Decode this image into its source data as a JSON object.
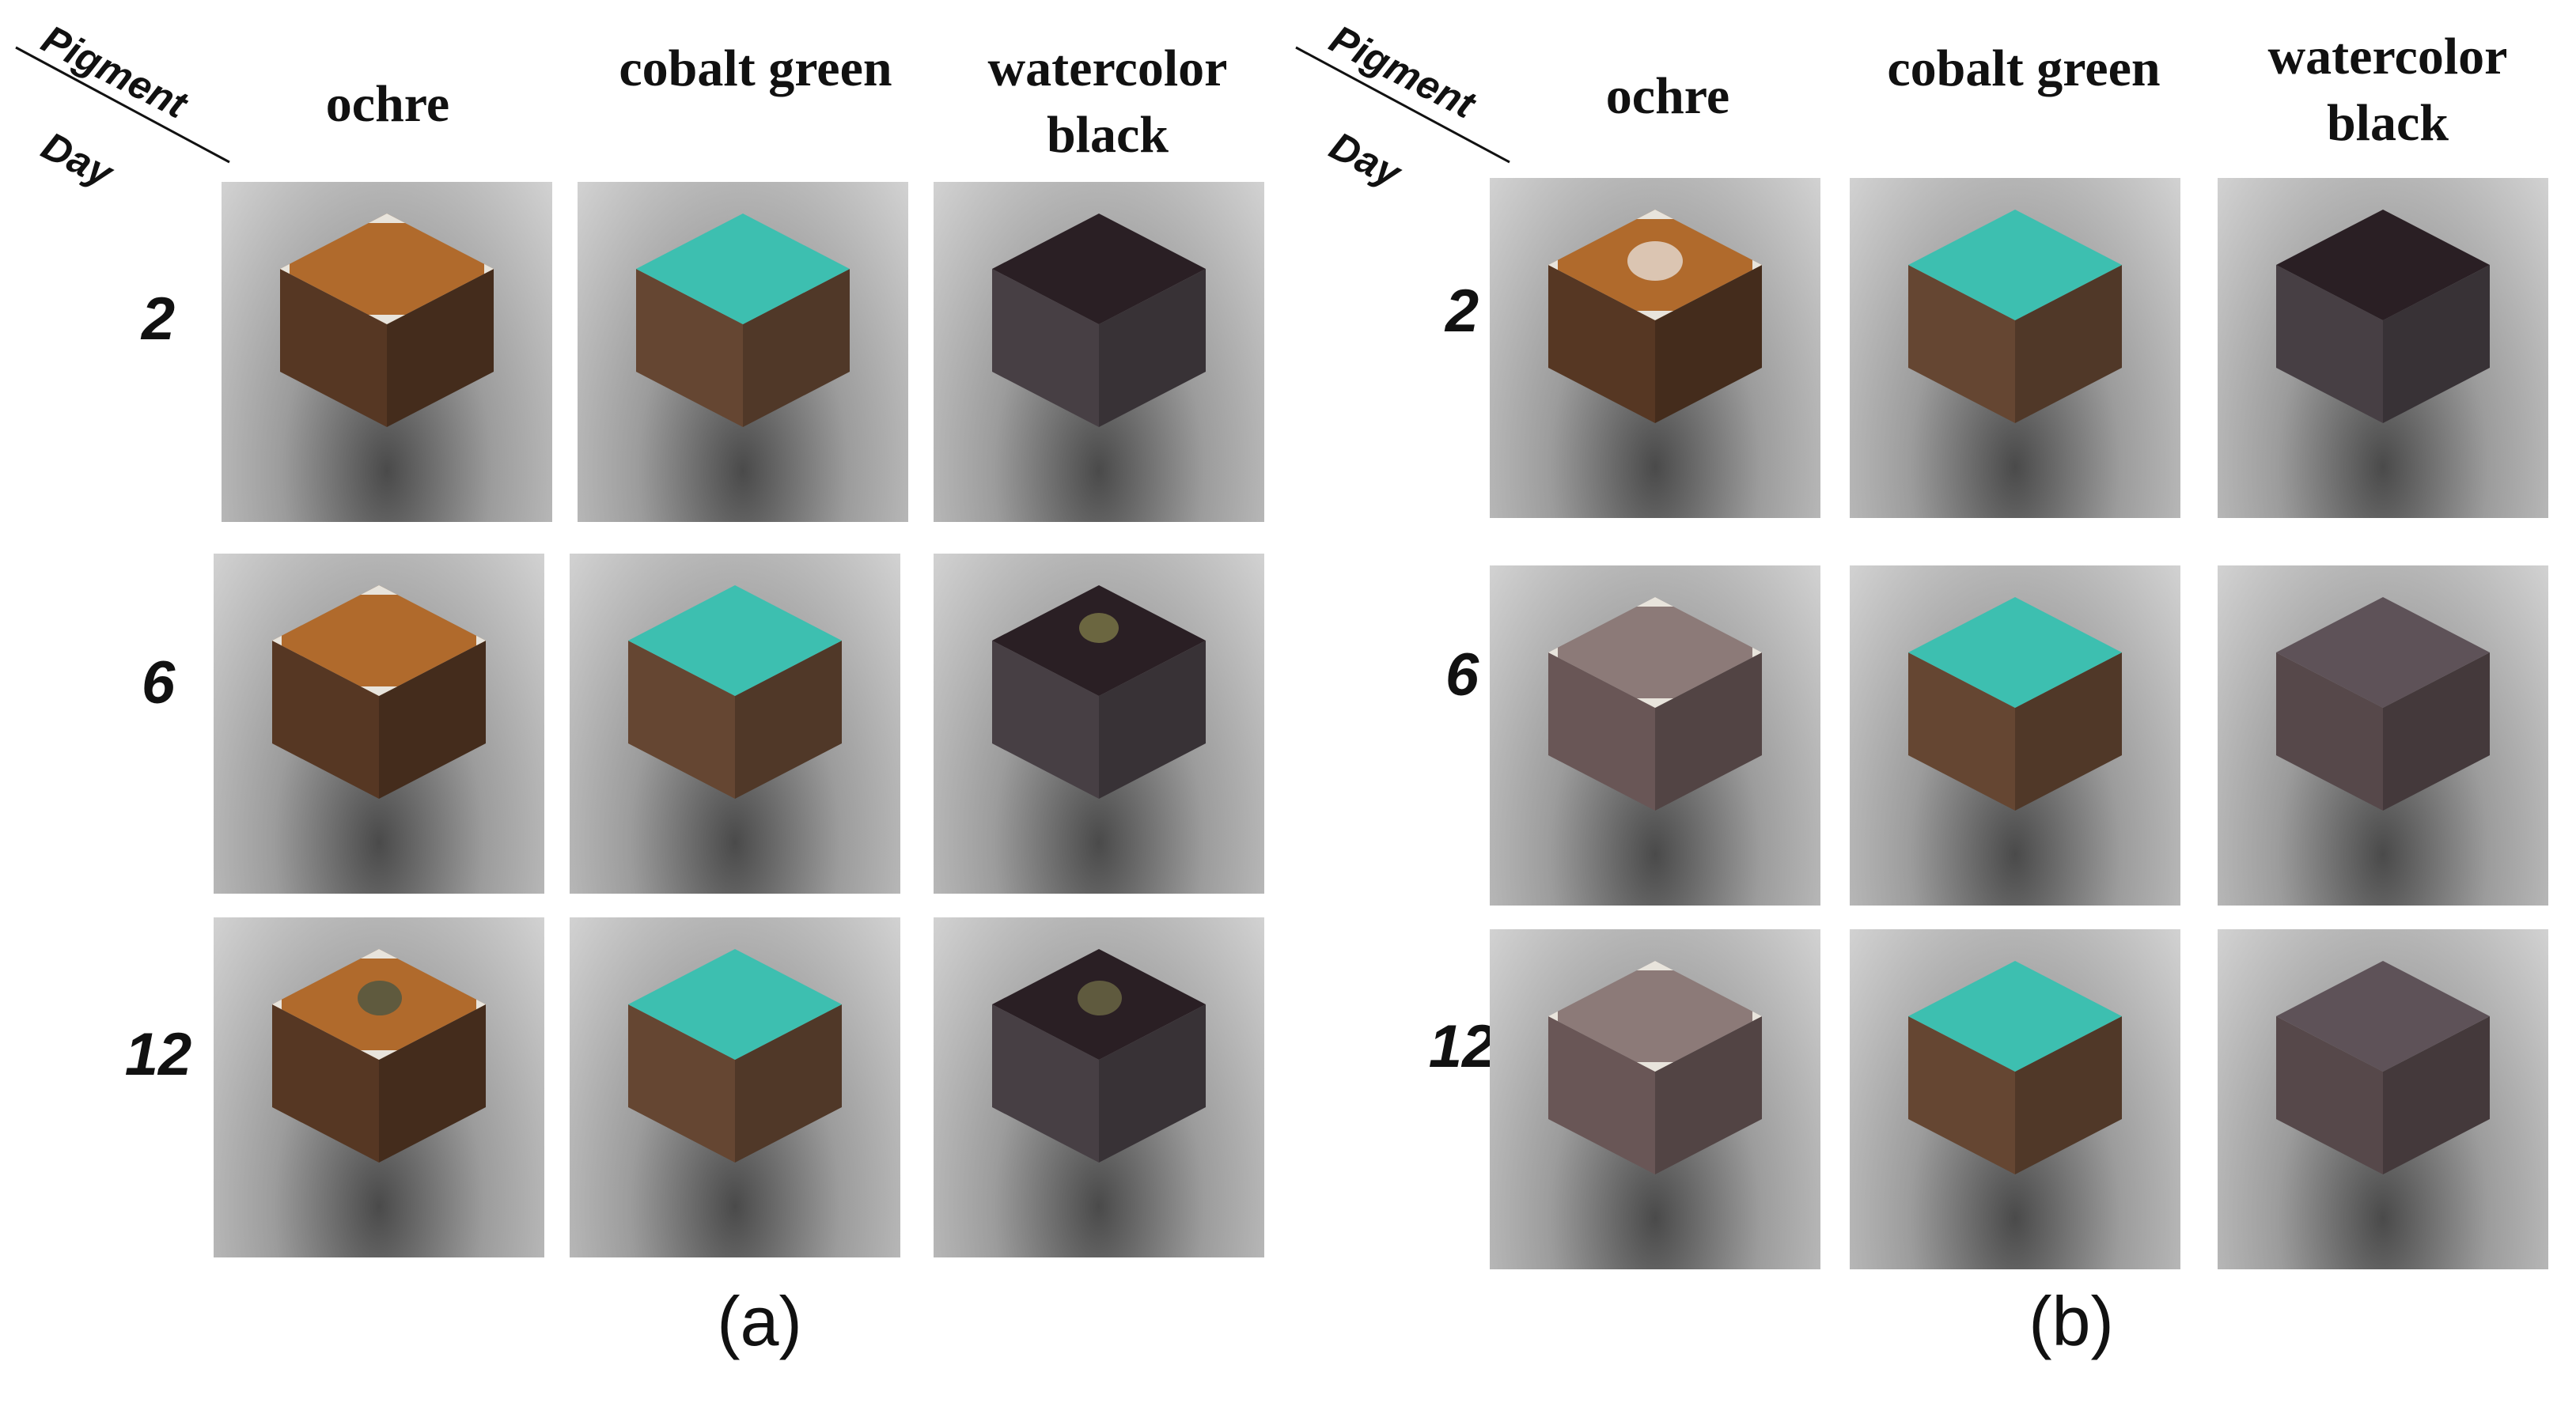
{
  "panels": [
    {
      "corner": {
        "pigment": "Pigment",
        "day": "Day"
      },
      "columns": [
        "ochre",
        "cobalt green",
        "watercolor black"
      ],
      "rows": [
        "2",
        "6",
        "12"
      ],
      "label": "(a)"
    },
    {
      "corner": {
        "pigment": "Pigment",
        "day": "Day"
      },
      "columns": [
        "ochre",
        "cobalt green",
        "watercolor black"
      ],
      "rows": [
        "2",
        "6",
        "12"
      ],
      "label": "(b)"
    }
  ],
  "colors": {
    "ochre": "#b06a2c",
    "ochre_side": "#5a3a25",
    "cobalt_green": "#3dbfb0",
    "cobalt_side": "#6a4a35",
    "black": "#2a1f24",
    "black_side": "#4b4248",
    "mold": "#e8e4dc"
  }
}
